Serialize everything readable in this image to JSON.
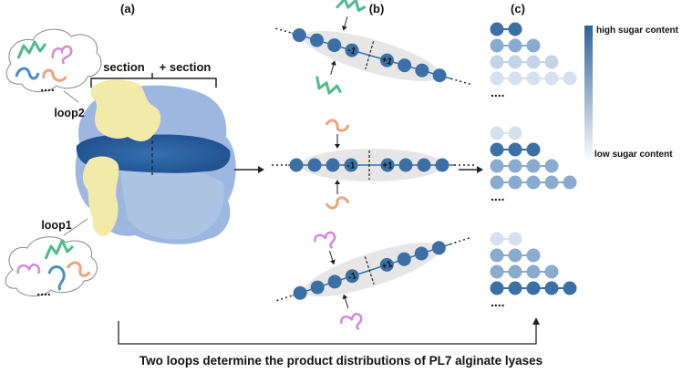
{
  "panels": {
    "a": "(a)",
    "b": "(b)",
    "c": "(c)"
  },
  "sections": {
    "minus": "- section",
    "plus": "+ section"
  },
  "loops": {
    "loop1": "loop1",
    "loop2": "loop2"
  },
  "sites": {
    "minus": "-1",
    "plus": "+1"
  },
  "ellipsis": "....",
  "colorbar": {
    "high": "high sugar content",
    "low": "low sugar content"
  },
  "caption": "Two loops determine the product distributions of PL7 alginate lyases",
  "colors": {
    "sugar_dark": "#3c6fa6",
    "sugar_mid": "#8aabd0",
    "sugar_light": "#c3d3e8",
    "protein_blue": "#9db7e0",
    "protein_dark": "#2b5a9a",
    "loop_yellow": "#f2eaa8",
    "loop_green": "#4dbb8a",
    "loop_pink": "#d48ad4",
    "loop_orange": "#f0a37a",
    "loop_blue": "#4a8fc9"
  },
  "products": {
    "group1": [
      "high",
      "mid",
      "low",
      "lowest"
    ],
    "group2": [
      "lowest",
      "high",
      "mid",
      "mid"
    ],
    "group3": [
      "lowest",
      "mid",
      "mid",
      "high"
    ]
  }
}
